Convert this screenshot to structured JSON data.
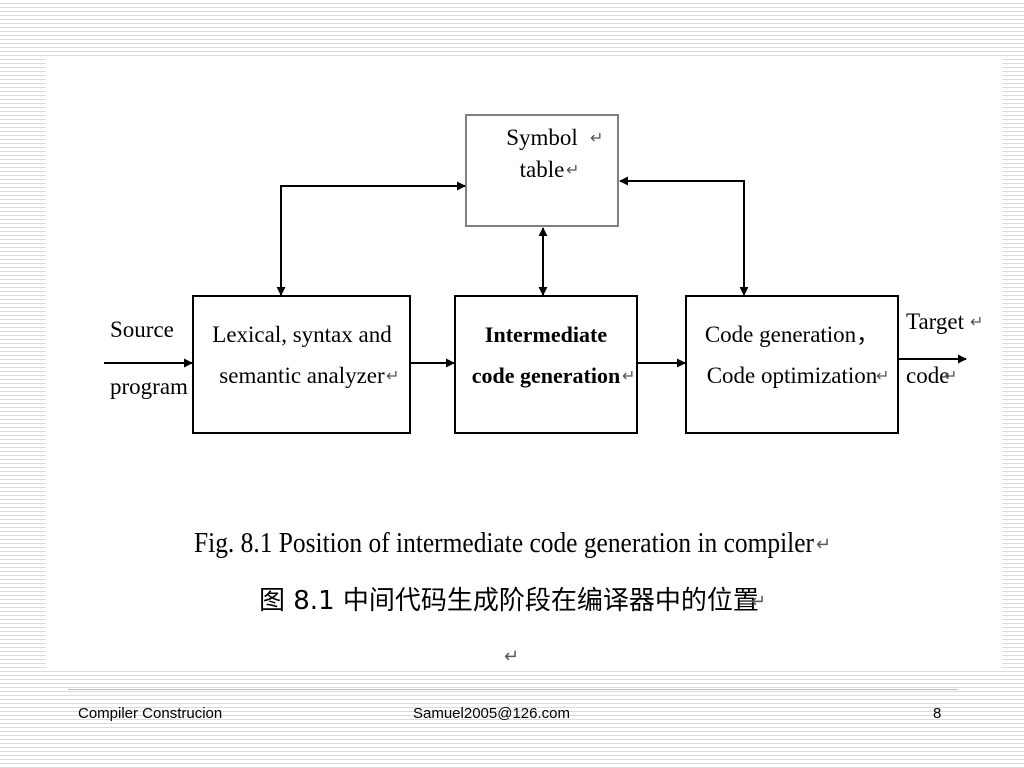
{
  "diagram": {
    "symbol_table": [
      "Symbol",
      "table"
    ],
    "source_label": [
      "Source",
      "program"
    ],
    "target_label": [
      "Target",
      "code"
    ],
    "analyzer": [
      "Lexical, syntax and",
      "semantic analyzer"
    ],
    "intermediate": [
      "Intermediate",
      "code generation"
    ],
    "codegen": [
      "Code generation，",
      "Code optimization"
    ]
  },
  "caption": {
    "english": "Fig. 8.1 Position of intermediate code generation in compiler",
    "chinese": "图 8.1  中间代码生成阶段在编译器中的位置",
    "return_mark": "↵"
  },
  "footer": {
    "course": "Compiler Construcion",
    "email": "Samuel2005@126.com",
    "page": "8"
  }
}
